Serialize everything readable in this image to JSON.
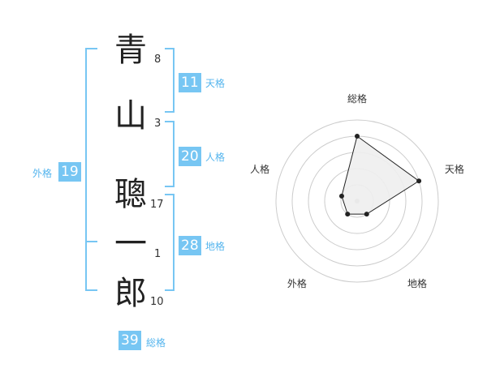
{
  "name_chars": [
    {
      "char": "青",
      "strokes": "8"
    },
    {
      "char": "山",
      "strokes": "3"
    },
    {
      "char": "聰",
      "strokes": "17"
    },
    {
      "char": "一",
      "strokes": "1"
    },
    {
      "char": "郎",
      "strokes": "10"
    }
  ],
  "fortune": {
    "tenkaku": {
      "value": "11",
      "label": "天格"
    },
    "jinkaku": {
      "value": "20",
      "label": "人格"
    },
    "chikaku": {
      "value": "28",
      "label": "地格"
    },
    "gaikaku": {
      "value": "19",
      "label": "外格"
    },
    "soukaku": {
      "value": "39",
      "label": "総格"
    }
  },
  "chart_data": {
    "type": "radar",
    "axes": [
      "総格",
      "天格",
      "地格",
      "外格",
      "人格"
    ],
    "values": [
      4,
      4,
      1,
      1,
      1
    ],
    "rmax": 5,
    "rings": 5,
    "colors": {
      "fill": "#eeeeee",
      "stroke": "#222222",
      "grid": "#cccccc",
      "center": "#bbbbbb"
    }
  }
}
